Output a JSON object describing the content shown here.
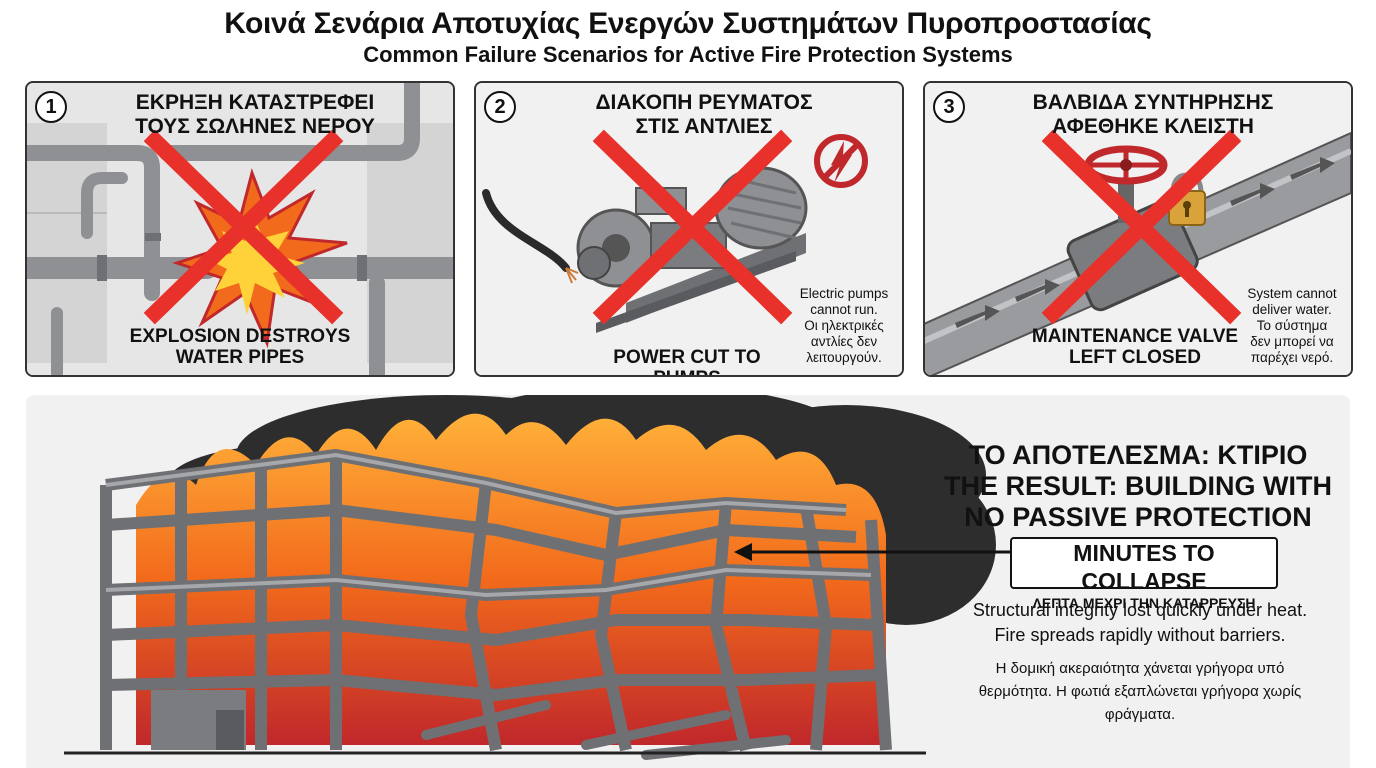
{
  "header": {
    "title_greek": "Κοινά Σενάρια Αποτυχίας Ενεργών Συστημάτων Πυροπροστασίας",
    "title_english": "Common Failure Scenarios for Active Fire Protection Systems"
  },
  "panels": [
    {
      "number": "1",
      "title_line1": "ΕΚΡΗΞΗ ΚΑΤΑΣΤΡΕΦΕΙ",
      "title_line2": "ΤΟΥΣ ΣΩΛΗΝΕΣ ΝΕΡΟΥ",
      "caption_line1": "EXPLOSION DESTROYS",
      "caption_line2": "WATER PIPES"
    },
    {
      "number": "2",
      "title_line1": "ΔΙΑΚΟΠΗ ΡΕΥΜΑΤΟΣ",
      "title_line2": "ΣΤΙΣ ΑΝΤΛΙΕΣ",
      "caption": "POWER CUT TO PUMPS",
      "note_en_line1": "Electric pumps",
      "note_en_line2": "cannot run.",
      "note_gr_line1": "Οι ηλεκτρικές",
      "note_gr_line2": "αντλίες δεν",
      "note_gr_line3": "λειτουργούν."
    },
    {
      "number": "3",
      "title_line1": "ΒΑΛΒΙΔΑ ΣΥΝΤΗΡΗΣΗΣ",
      "title_line2": "ΑΦΕΘΗΚΕ ΚΛΕΙΣΤΗ",
      "caption_line1": "MAINTENANCE VALVE",
      "caption_line2": "LEFT CLOSED",
      "note_en_line1": "System cannot",
      "note_en_line2": "deliver water.",
      "note_gr_line1": "Το σύστημα",
      "note_gr_line2": "δεν μπορεί να",
      "note_gr_line3": "παρέχει νερό."
    }
  ],
  "result": {
    "title_line1": "ΤΟ ΑΠΟΤΕΛΕΣΜΑ: ΚΤΙΡΙΟ",
    "title_line2": "THE RESULT: BUILDING WITH",
    "title_line3": "NO PASSIVE PROTECTION",
    "callout_english": "MINUTES TO COLLAPSE",
    "callout_greek": "ΛΕΠΤΑ ΜΕΧΡΙ ΤΗΝ ΚΑΤΑΡΡΕΥΣΗ",
    "text_en_line1": "Structural integrity lost quickly under heat.",
    "text_en_line2": "Fire spreads rapidly without barriers.",
    "text_gr_line1": "Η δομική ακεραιότητα χάνεται γρήγορα υπό",
    "text_gr_line2": "θερμότητα. Η φωτιά εξαπλώνεται γρήγορα χωρίς",
    "text_gr_line3": "φράγματα."
  },
  "colors": {
    "cross_red": "#e8312a",
    "flame_orange": "#f26a1b",
    "steel_gray": "#8f9094",
    "smoke": "#2d2d2d",
    "valve_red": "#c0282b",
    "lock_gold": "#d9a23a"
  },
  "icons": {
    "panel1": "explosion-icon",
    "panel2": "no-power-icon",
    "panel3": "padlock-icon"
  }
}
